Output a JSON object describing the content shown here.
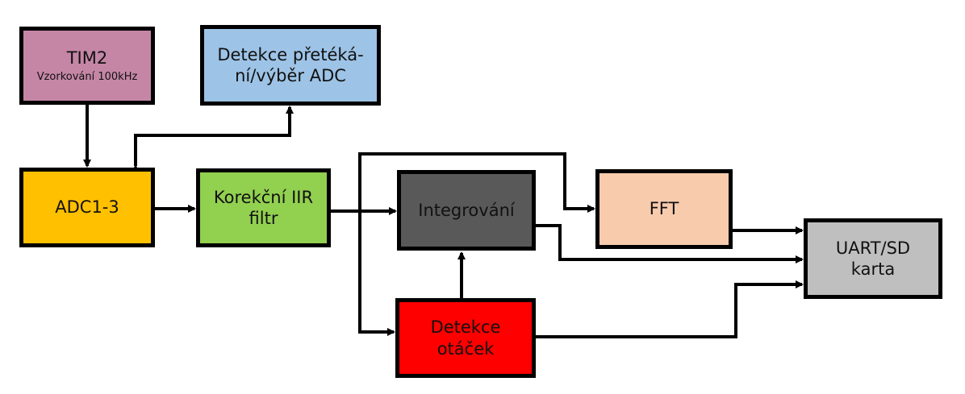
{
  "blocks": {
    "tim2": {
      "label": "TIM2",
      "sublabel": "Vzorkování 100kHz",
      "color": "#c586a6"
    },
    "detekce_preteka": {
      "line1": "Detekce přetéká-",
      "line2": "ní/výběr ADC",
      "color": "#9dc3e6"
    },
    "adc": {
      "label": "ADC1-3",
      "color": "#ffc000"
    },
    "iir": {
      "line1": "Korekční IIR",
      "line2": "filtr",
      "color": "#92d050"
    },
    "integrovani": {
      "label": "Integrování",
      "color": "#595959"
    },
    "fft": {
      "label": "FFT",
      "color": "#f8cbad"
    },
    "uart": {
      "line1": "UART/SD",
      "line2": "karta",
      "color": "#bfbfbf"
    },
    "detekce_otacek": {
      "line1": "Detekce",
      "line2": "otáček",
      "color": "#ff0000"
    }
  }
}
